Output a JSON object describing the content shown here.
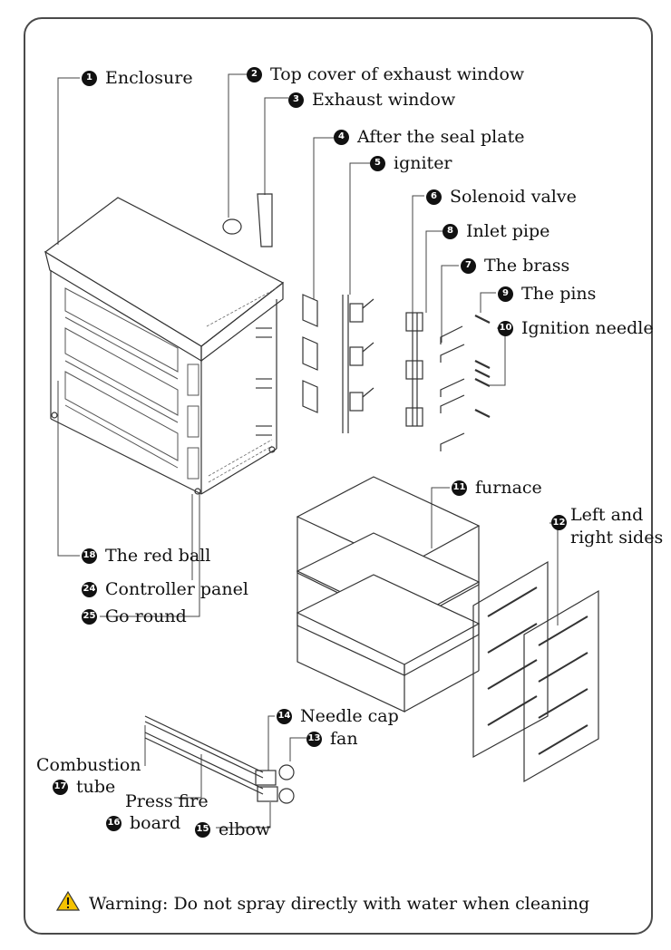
{
  "parts": [
    {
      "num": "1",
      "label": "Enclosure"
    },
    {
      "num": "2",
      "label": "Top cover of exhaust window"
    },
    {
      "num": "3",
      "label": "Exhaust window"
    },
    {
      "num": "4",
      "label": "After the seal plate"
    },
    {
      "num": "5",
      "label": "igniter"
    },
    {
      "num": "6",
      "label": "Solenoid valve"
    },
    {
      "num": "8",
      "label": "Inlet pipe"
    },
    {
      "num": "7",
      "label": "The brass"
    },
    {
      "num": "9",
      "label": "The pins"
    },
    {
      "num": "10",
      "label": "Ignition needle"
    },
    {
      "num": "11",
      "label": "furnace"
    },
    {
      "num": "12",
      "label": "Left and"
    },
    {
      "num": "",
      "label": "right sides"
    },
    {
      "num": "18",
      "label": "The red ball"
    },
    {
      "num": "24",
      "label": "Controller panel"
    },
    {
      "num": "25",
      "label": "Go round"
    },
    {
      "num": "14",
      "label": "Needle cap"
    },
    {
      "num": "13",
      "label": "fan"
    },
    {
      "num": "",
      "label": "Combustion"
    },
    {
      "num": "17",
      "label": "tube"
    },
    {
      "num": "",
      "label": "Press fire"
    },
    {
      "num": "16",
      "label": "board"
    },
    {
      "num": "15",
      "label": "elbow"
    }
  ],
  "warning": {
    "icon": "warning-triangle-icon",
    "text": "Warning: Do not spray directly with water when cleaning"
  }
}
